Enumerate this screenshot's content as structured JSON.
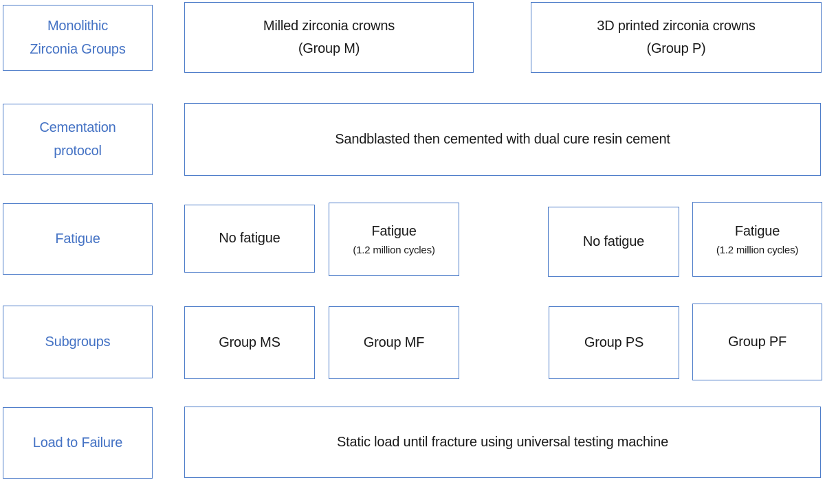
{
  "diagram": {
    "description": "Monolithic zirconia crowns study design flowchart",
    "colors": {
      "accent_blue": "#4472c4",
      "border_blue": "#4d7cc9",
      "text_black": "#1a1a1a",
      "background": "#ffffff"
    },
    "row_labels": {
      "groups": {
        "line1": "Monolithic",
        "line2": "Zirconia Groups"
      },
      "cementation": {
        "line1": "Cementation",
        "line2": "protocol"
      },
      "fatigue": "Fatigue",
      "subgroups": "Subgroups",
      "load": "Load to Failure"
    },
    "groups_row": {
      "milled": {
        "line1": "Milled zirconia crowns",
        "line2": "(Group M)"
      },
      "printed": {
        "line1": "3D printed zirconia crowns",
        "line2": "(Group P)"
      }
    },
    "cementation_row": {
      "text": "Sandblasted then cemented with dual cure resin cement"
    },
    "fatigue_row": {
      "no_fatigue_m": "No fatigue",
      "fatigue_m": {
        "line1": "Fatigue",
        "line2": "(1.2 million cycles)"
      },
      "no_fatigue_p": "No fatigue",
      "fatigue_p": {
        "line1": "Fatigue",
        "line2": "(1.2 million cycles)"
      }
    },
    "subgroups_row": {
      "ms": "Group MS",
      "mf": "Group MF",
      "ps": "Group PS",
      "pf": "Group PF"
    },
    "load_row": {
      "text": "Static load until fracture using universal testing machine"
    }
  }
}
